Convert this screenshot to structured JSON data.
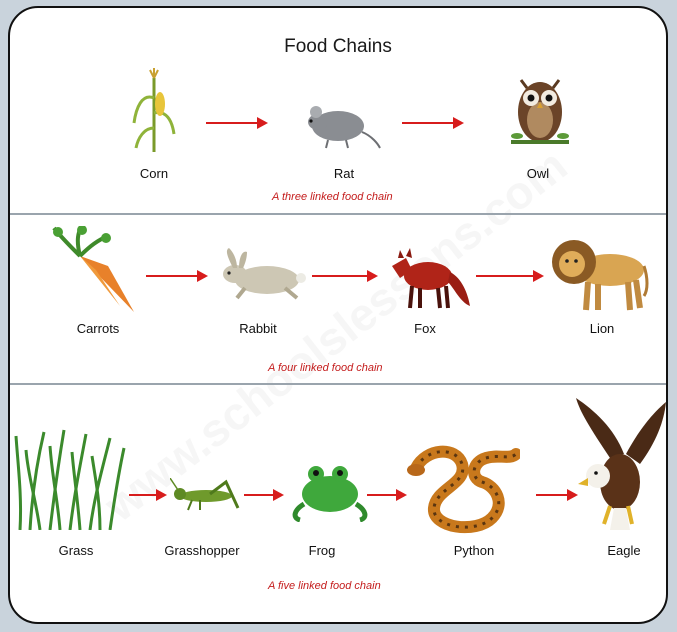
{
  "title": "Food Chains",
  "watermark": "www.schoolslessons.com",
  "chains": [
    {
      "caption": "A three linked food chain",
      "items": [
        "Corn",
        "Rat",
        "Owl"
      ]
    },
    {
      "caption": "A four linked food chain",
      "items": [
        "Carrots",
        "Rabbit",
        "Fox",
        "Lion"
      ]
    },
    {
      "caption": "A five linked food chain",
      "items": [
        "Grass",
        "Grasshopper",
        "Frog",
        "Python",
        "Eagle"
      ]
    }
  ],
  "colors": {
    "arrow": "#d71c1c",
    "caption": "#c41c1c",
    "background": "#c9d3dc"
  }
}
